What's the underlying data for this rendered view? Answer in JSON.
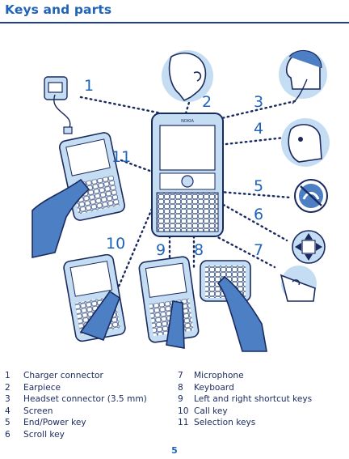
{
  "header": {
    "title": "Keys and parts"
  },
  "phone": {
    "brand": "NOKIA"
  },
  "callouts": [
    "1",
    "2",
    "3",
    "4",
    "5",
    "6",
    "7",
    "8",
    "9",
    "10",
    "11"
  ],
  "legend": {
    "left": [
      {
        "num": "1",
        "label": "Charger connector"
      },
      {
        "num": "2",
        "label": "Earpiece"
      },
      {
        "num": "3",
        "label": "Headset connector (3.5 mm)"
      },
      {
        "num": "4",
        "label": "Screen"
      },
      {
        "num": "5",
        "label": "End/Power key"
      },
      {
        "num": "6",
        "label": "Scroll key"
      }
    ],
    "right": [
      {
        "num": "7",
        "label": "Microphone"
      },
      {
        "num": "8",
        "label": "Keyboard"
      },
      {
        "num": "9",
        "label": "Left and right shortcut keys"
      },
      {
        "num": "10",
        "label": "Call key"
      },
      {
        "num": "11",
        "label": "Selection keys"
      }
    ]
  },
  "footer": {
    "page_number": "5"
  },
  "colors": {
    "accent": "#1f64b8",
    "dark": "#1a2a5e",
    "light_blue": "#c5ddf2",
    "mid_blue": "#4d7fc4"
  }
}
